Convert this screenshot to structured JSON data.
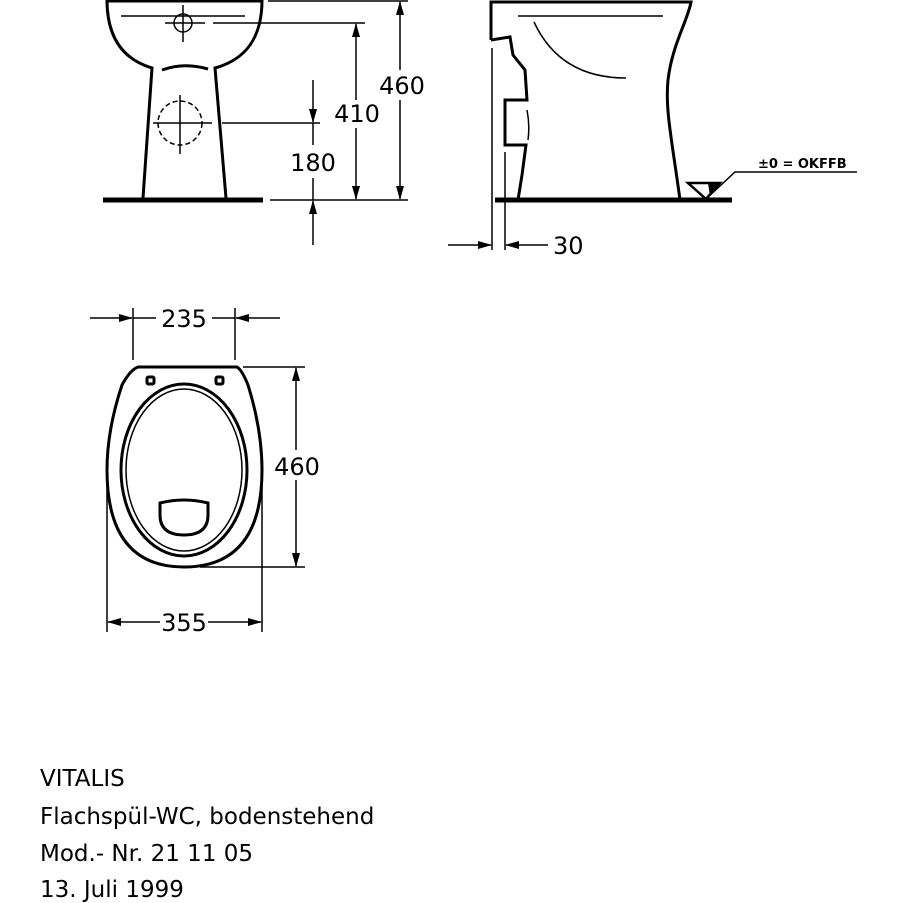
{
  "dimensions": {
    "front_total_height": "460",
    "front_rim_height": "410",
    "front_outlet_height": "180",
    "side_offset": "30",
    "floor_reference": "±0 = OKFFB",
    "top_hinge_spacing": "235",
    "top_length": "460",
    "top_width": "355"
  },
  "caption": {
    "line1": "VITALIS",
    "line2": "Flachspül-WC, bodenstehend",
    "line3": "Mod.- Nr. 21 11 05",
    "line4": "13. Juli 1999"
  },
  "colors": {
    "ink": "#000000",
    "background": "#ffffff"
  }
}
